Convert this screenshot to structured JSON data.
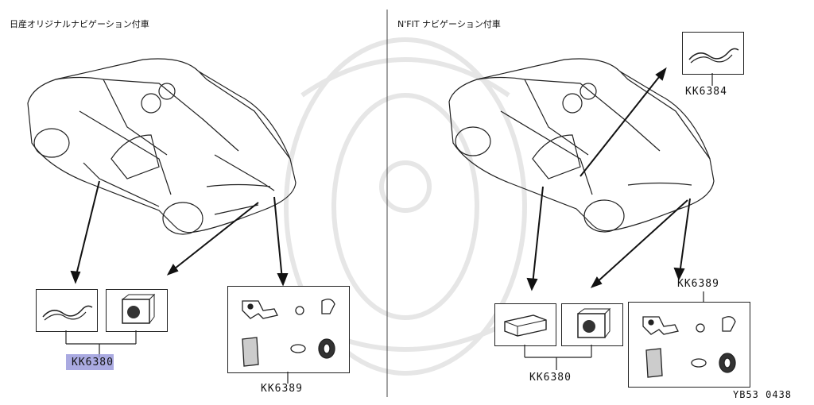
{
  "left_title": "日産オリジナルナビゲーション付車",
  "right_title": "N'FIT ナビゲーション付車",
  "parts": {
    "left_kit": "KK6380",
    "left_bracket_kit": "KK6389",
    "right_cable": "KK6384",
    "right_bracket_kit": "KK6389",
    "right_kit": "KK6380"
  },
  "figure_code": "YB53 0438",
  "colors": {
    "highlight": "#9b9bdc",
    "line": "#222222"
  }
}
